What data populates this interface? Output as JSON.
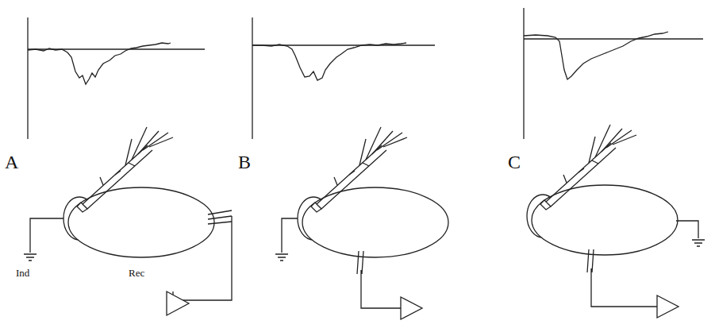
{
  "diagram": {
    "labels": [
      "A",
      "B",
      "C",
      "Ind",
      "Rec"
    ]
  }
}
